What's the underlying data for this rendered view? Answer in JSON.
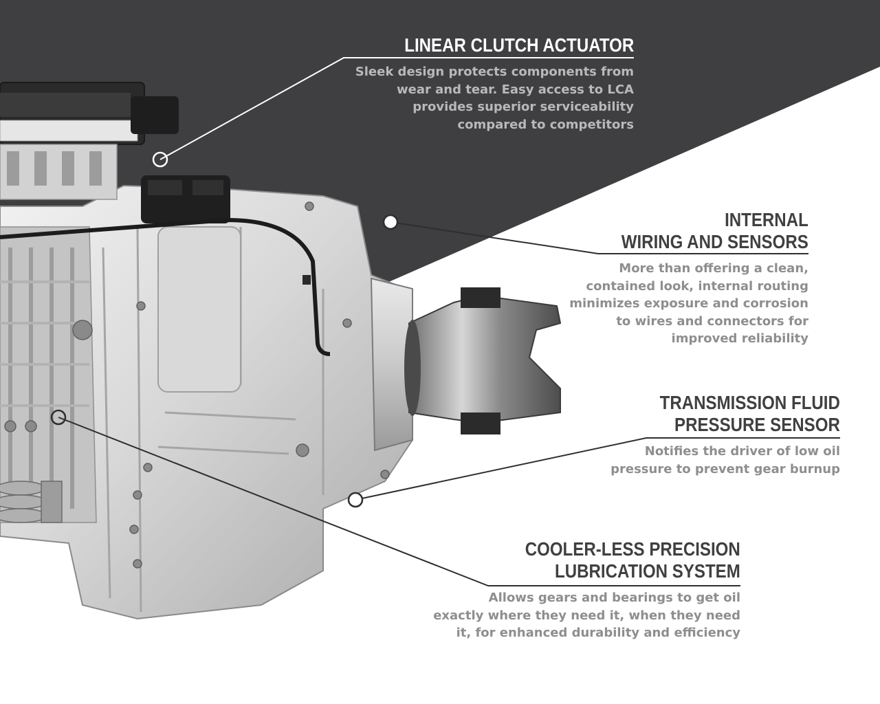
{
  "colors": {
    "dark_panel": "#3f3e41",
    "title_on_dark": "#ffffff",
    "desc_on_dark": "#b9b9b9",
    "title_on_light": "#404040",
    "desc_on_light": "#8e8e8e",
    "leader_line": "#2e2e2e"
  },
  "image": {
    "subject_icon": "transmission-assembly"
  },
  "callouts": [
    {
      "id": "linear-clutch-actuator",
      "title_lines": [
        "LINEAR CLUTCH ACTUATOR"
      ],
      "desc_lines": [
        "Sleek design protects components from",
        "wear and tear. Easy access to LCA",
        "provides superior serviceability",
        "compared to competitors"
      ]
    },
    {
      "id": "internal-wiring-and-sensors",
      "title_lines": [
        "INTERNAL",
        "WIRING AND SENSORS"
      ],
      "desc_lines": [
        "More than offering a clean,",
        "contained look, internal routing",
        "minimizes exposure and corrosion",
        "to wires and connectors for",
        "improved reliability"
      ]
    },
    {
      "id": "transmission-fluid-pressure-sensor",
      "title_lines": [
        "TRANSMISSION FLUID",
        "PRESSURE SENSOR"
      ],
      "desc_lines": [
        "Notifies the driver of low oil",
        "pressure to prevent gear burnup"
      ]
    },
    {
      "id": "cooler-less-precision-lubrication-system",
      "title_lines": [
        "COOLER-LESS PRECISION",
        "LUBRICATION SYSTEM"
      ],
      "desc_lines": [
        "Allows gears and bearings to get oil",
        "exactly where they need it, when they need",
        "it, for enhanced durability and efficiency"
      ]
    }
  ]
}
